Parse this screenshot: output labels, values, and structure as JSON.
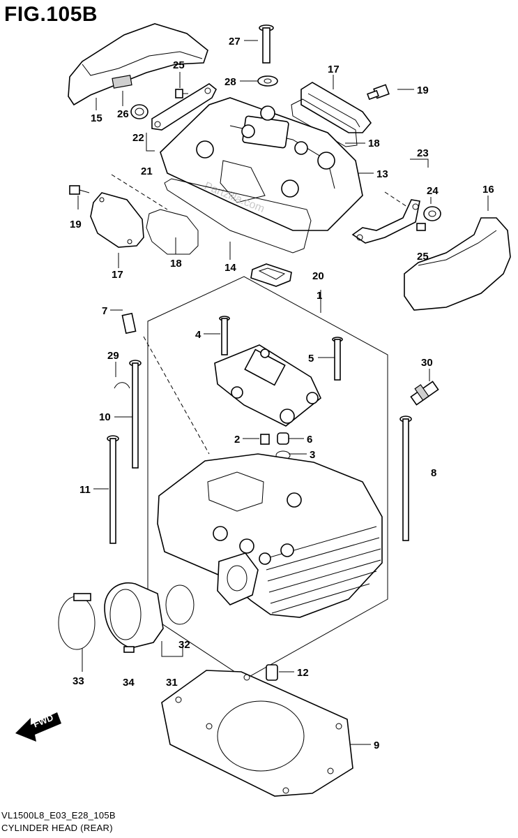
{
  "header": {
    "fig_title": "FIG.105B"
  },
  "watermark": "Partzilla.com",
  "fwd_label": "FWD",
  "callouts": [
    {
      "id": "c27",
      "label": "27"
    },
    {
      "id": "c25a",
      "label": "25"
    },
    {
      "id": "c28",
      "label": "28"
    },
    {
      "id": "c17a",
      "label": "17"
    },
    {
      "id": "c19a",
      "label": "19"
    },
    {
      "id": "c15",
      "label": "15"
    },
    {
      "id": "c26",
      "label": "26"
    },
    {
      "id": "c22",
      "label": "22"
    },
    {
      "id": "c21",
      "label": "21"
    },
    {
      "id": "c18a",
      "label": "18"
    },
    {
      "id": "c23",
      "label": "23"
    },
    {
      "id": "c13",
      "label": "13"
    },
    {
      "id": "c24",
      "label": "24"
    },
    {
      "id": "c16",
      "label": "16"
    },
    {
      "id": "c19b",
      "label": "19"
    },
    {
      "id": "c17b",
      "label": "17"
    },
    {
      "id": "c18b",
      "label": "18"
    },
    {
      "id": "c14",
      "label": "14"
    },
    {
      "id": "c25b",
      "label": "25"
    },
    {
      "id": "c20",
      "label": "20"
    },
    {
      "id": "c1",
      "label": "1"
    },
    {
      "id": "c7",
      "label": "7"
    },
    {
      "id": "c4",
      "label": "4"
    },
    {
      "id": "c5",
      "label": "5"
    },
    {
      "id": "c29",
      "label": "29"
    },
    {
      "id": "c30",
      "label": "30"
    },
    {
      "id": "c10",
      "label": "10"
    },
    {
      "id": "c2",
      "label": "2"
    },
    {
      "id": "c6",
      "label": "6"
    },
    {
      "id": "c3",
      "label": "3"
    },
    {
      "id": "c8",
      "label": "8"
    },
    {
      "id": "c11",
      "label": "11"
    },
    {
      "id": "c32",
      "label": "32"
    },
    {
      "id": "c33",
      "label": "33"
    },
    {
      "id": "c34",
      "label": "34"
    },
    {
      "id": "c31",
      "label": "31"
    },
    {
      "id": "c12",
      "label": "12"
    },
    {
      "id": "c9",
      "label": "9"
    }
  ],
  "footer": {
    "code": "VL1500L8_E03_E28_105B",
    "caption": "CYLINDER HEAD (REAR)"
  }
}
